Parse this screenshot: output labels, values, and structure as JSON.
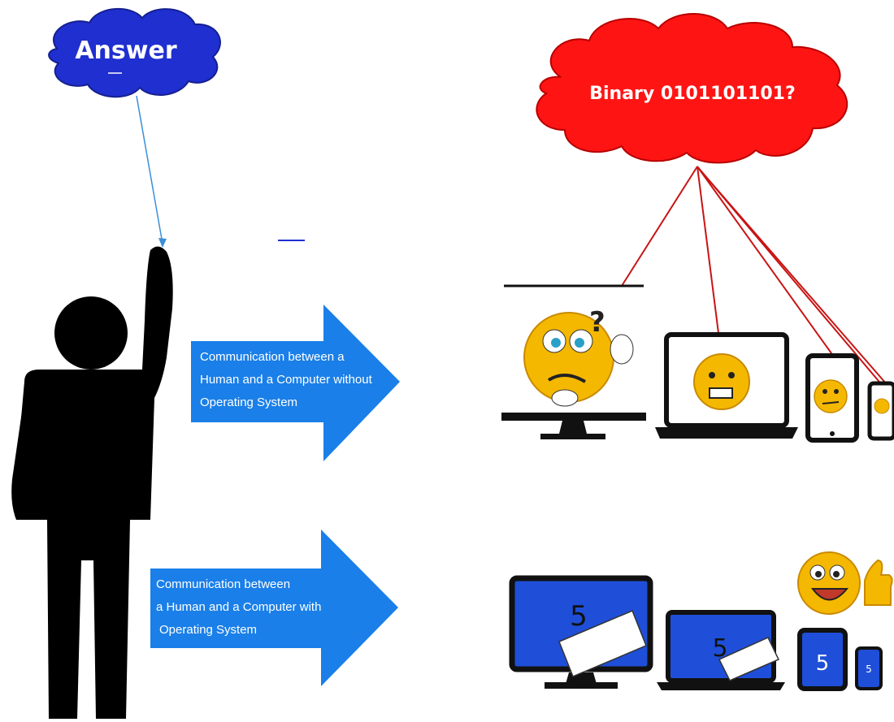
{
  "answer_cloud": {
    "label": "Answer",
    "color": "#1f2fd0"
  },
  "binary_cloud": {
    "label": "Binary 0101101101?",
    "color": "#ff1414"
  },
  "arrow_top": {
    "lines": [
      "Communication between a",
      "Human and a Computer without",
      "Operating System"
    ],
    "color": "#1a7fe8"
  },
  "arrow_bottom": {
    "lines": [
      "Communication between",
      "a Human and a Computer with",
      "Operating System"
    ],
    "color": "#1a7fe8"
  },
  "devices_with_os": {
    "screen_numbers": [
      "5",
      "5",
      "5",
      "5"
    ],
    "screen_color": "#1f4fd8"
  },
  "icons": {
    "person": "person-silhouette-icon",
    "confused_faces": "confused-emoji-icon",
    "happy_face": "happy-thumbs-up-emoji-icon"
  }
}
